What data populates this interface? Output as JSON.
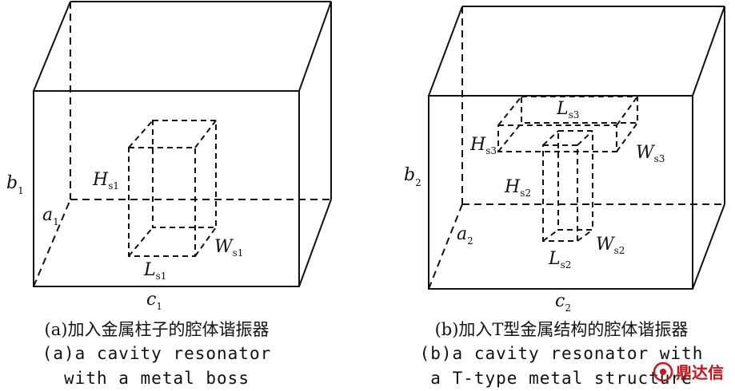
{
  "figure_a": {
    "label_b": "b",
    "label_b_sub": "1",
    "label_a": "a",
    "label_a_sub": "1",
    "label_c": "c",
    "label_c_sub": "1",
    "label_h": "H",
    "label_h_sub": "s1",
    "label_w": "W",
    "label_w_sub": "s1",
    "label_l": "L",
    "label_l_sub": "s1",
    "caption_zh": "(a)加入金属柱子的腔体谐振器",
    "caption_en_1": "(a)a cavity resonator",
    "caption_en_2": "with a metal boss"
  },
  "figure_b": {
    "label_b": "b",
    "label_b_sub": "2",
    "label_a": "a",
    "label_a_sub": "2",
    "label_c": "c",
    "label_c_sub": "2",
    "label_hs3": "H",
    "label_hs3_sub": "s3",
    "label_ls3": "L",
    "label_ls3_sub": "s3",
    "label_ws3": "W",
    "label_ws3_sub": "s3",
    "label_hs2": "H",
    "label_hs2_sub": "s2",
    "label_ls2": "L",
    "label_ls2_sub": "s2",
    "label_ws2": "W",
    "label_ws2_sub": "s2",
    "caption_zh": "(b)加入T型金属结构的腔体谐振器",
    "caption_en_1": "(b)a cavity resonator with",
    "caption_en_2": "a T-type metal structure"
  },
  "watermark": {
    "text": "鼎达信"
  }
}
